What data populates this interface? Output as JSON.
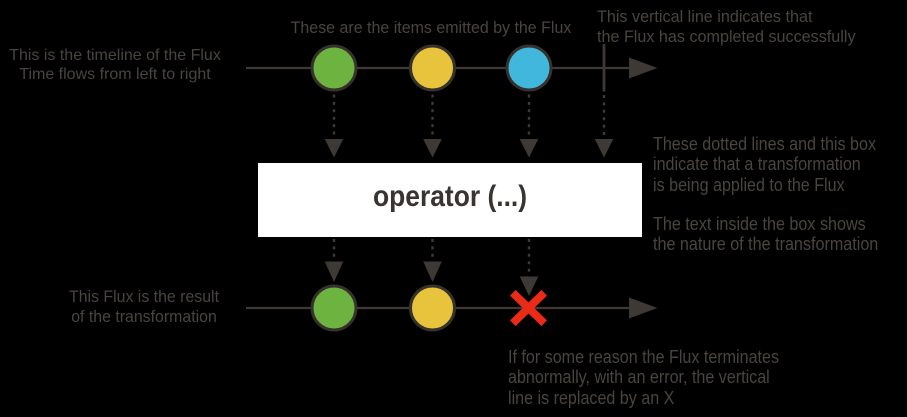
{
  "colors": {
    "bg": "#000000",
    "line": "#3e3935",
    "text": "#4a443e",
    "green": "#6db33f",
    "yellow": "#e8c43c",
    "blue": "#42b7dc",
    "red": "#ea2b17",
    "box_bg": "#ffffff",
    "box_text": "#3a3430",
    "outline": "#36312d"
  },
  "annotations": {
    "timeline": "This is the timeline of the Flux\nTime flows from left to right",
    "items": "These are the items emitted by the Flux",
    "complete": "This vertical line indicates that\nthe Flux has completed successfully",
    "transform": "These dotted lines and this box\nindicate that a transformation\nis being applied to the Flux",
    "box_text": "The text inside the box shows\nthe nature of the transformation",
    "result": "This Flux is the result\nof the transformation",
    "error": "If for some reason the Flux terminates\nabnormally, with an error, the vertical\nline is replaced by an X"
  },
  "operator": {
    "label": "operator (...)"
  },
  "marbles": {
    "top": [
      "green",
      "yellow",
      "blue"
    ],
    "bottom": [
      "green",
      "yellow"
    ]
  }
}
